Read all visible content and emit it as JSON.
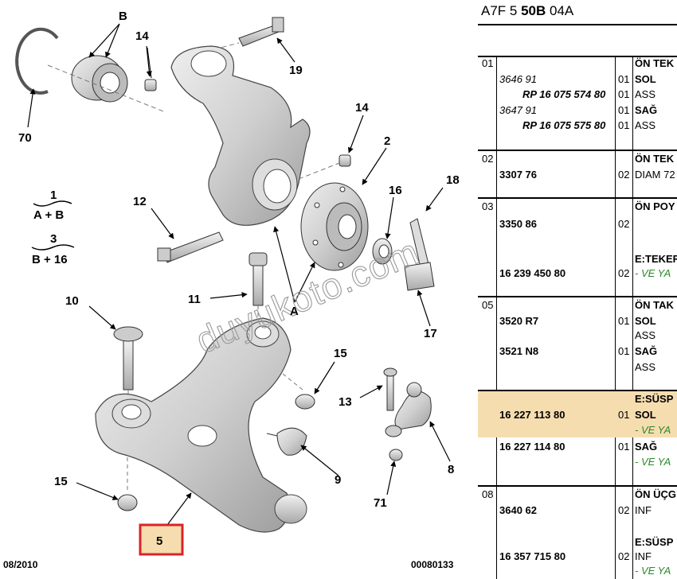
{
  "diagram": {
    "callouts": {
      "b": "B",
      "n14a": "14",
      "n19": "19",
      "n70": "70",
      "n14b": "14",
      "n2": "2",
      "n12": "12",
      "n16": "16",
      "n18": "18",
      "n11": "11",
      "n10": "10",
      "nA": "A",
      "n17": "17",
      "n15a": "15",
      "n13": "13",
      "n8": "8",
      "n9": "9",
      "n15b": "15",
      "n71": "71",
      "n5": "5"
    },
    "legend": {
      "l1_num": "1",
      "l1_expr": "A + B",
      "l3_num": "3",
      "l3_expr": "B + 16"
    },
    "footer": {
      "date": "08/2010",
      "code": "00080133"
    },
    "watermark": "duyukoto.com",
    "colors": {
      "highlight_box": "#d9232a",
      "highlight_fill": "#f6ddb0"
    }
  },
  "table": {
    "title": {
      "prefix": "A7F 5 ",
      "bold": "50B",
      "suffix": " 04A"
    },
    "rows": [
      {
        "num": "01",
        "header": "ÖN TEK",
        "lines": [
          {
            "ref": "3646 91",
            "qty": "01",
            "desc": "SOL"
          },
          {
            "rp": "RP 16 075 574 80",
            "qty": "01",
            "desc": "ASS"
          },
          {
            "ref": "3647 91",
            "qty": "01",
            "desc": "SAĞ"
          },
          {
            "rp": "RP 16 075 575 80",
            "qty": "01",
            "desc": "ASS"
          }
        ]
      },
      {
        "num": "02",
        "header": "ÖN TEK",
        "lines": [
          {
            "ref": "3307 76",
            "qty": "02",
            "desc": "DIAM 72"
          }
        ]
      },
      {
        "num": "03",
        "header": "ÖN POY",
        "lines": [
          {
            "ref": "3350 86",
            "qty": "02"
          },
          {
            "desc": "E:TEKER"
          },
          {
            "ref": "16 239 450 80",
            "qty": "02",
            "desc": "- VE YA"
          }
        ]
      },
      {
        "num": "05",
        "header": "ÖN TAK",
        "lines": [
          {
            "ref": "3520 R7",
            "qty": "01",
            "desc": "SOL"
          },
          {
            "desc": "ASS"
          },
          {
            "ref": "3521 N8",
            "qty": "01",
            "desc": "SAĞ"
          },
          {
            "desc": "ASS"
          }
        ]
      },
      {
        "num": "",
        "header": "E:SÜSP",
        "lines": [
          {
            "ref": "16 227 113 80",
            "qty": "01",
            "desc": "SOL"
          },
          {
            "desc": "- VE YA"
          },
          {
            "ref": "16 227 114 80",
            "qty": "01",
            "desc": "SAĞ"
          },
          {
            "desc": "- VE YA"
          }
        ]
      },
      {
        "num": "08",
        "header": "ÖN ÜÇG",
        "lines": [
          {
            "ref": "3640 62",
            "qty": "02",
            "desc": "INF"
          },
          {
            "desc": "E:SÜSP"
          },
          {
            "ref": "16 357 715 80",
            "qty": "02",
            "desc": "INF"
          },
          {
            "desc": "- VE YA"
          }
        ]
      }
    ]
  }
}
